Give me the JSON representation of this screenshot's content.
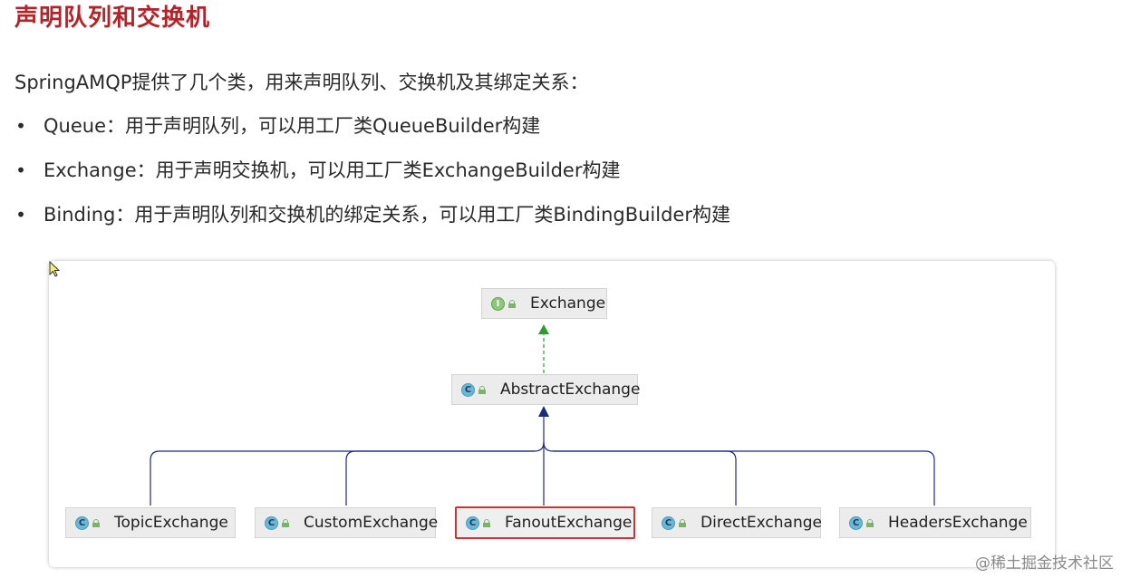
{
  "page": {
    "title": "声明队列和交换机",
    "intro": "SpringAMQP提供了几个类，用来声明队列、交换机及其绑定关系：",
    "bullets": [
      {
        "symbol": "•",
        "text": "Queue：用于声明队列，可以用工厂类QueueBuilder构建"
      },
      {
        "symbol": "•",
        "text": "Exchange：用于声明交换机，可以用工厂类ExchangeBuilder构建"
      },
      {
        "symbol": "•",
        "text": "Binding：用于声明队列和交换机的绑定关系，可以用工厂类BindingBuilder构建"
      }
    ]
  },
  "diagram": {
    "nodes": {
      "exchange": {
        "label": "Exchange",
        "kind": "interface",
        "badge": "I"
      },
      "abstract": {
        "label": "AbstractExchange",
        "kind": "class",
        "badge": "C"
      },
      "topic": {
        "label": "TopicExchange",
        "kind": "class",
        "badge": "C"
      },
      "custom": {
        "label": "CustomExchange",
        "kind": "class",
        "badge": "C"
      },
      "fanout": {
        "label": "FanoutExchange",
        "kind": "class",
        "badge": "C",
        "selected": true
      },
      "direct": {
        "label": "DirectExchange",
        "kind": "class",
        "badge": "C"
      },
      "headers": {
        "label": "HeadersExchange",
        "kind": "class",
        "badge": "C"
      }
    },
    "edges": [
      {
        "from": "abstract",
        "to": "exchange",
        "type": "implements",
        "style": "dashed",
        "color": "#2f9a2f"
      },
      {
        "from": "topic",
        "to": "abstract",
        "type": "extends",
        "color": "#1d2a7a"
      },
      {
        "from": "custom",
        "to": "abstract",
        "type": "extends",
        "color": "#1d2a7a"
      },
      {
        "from": "fanout",
        "to": "abstract",
        "type": "extends",
        "color": "#1d2a7a"
      },
      {
        "from": "direct",
        "to": "abstract",
        "type": "extends",
        "color": "#1d2a7a"
      },
      {
        "from": "headers",
        "to": "abstract",
        "type": "extends",
        "color": "#1d2a7a"
      }
    ]
  },
  "colors": {
    "title": "#b0242a",
    "class_badge": "#6ab7d8",
    "interface_badge": "#8cc77a",
    "selected_border": "#c8343a"
  },
  "watermark": "@稀土掘金技术社区"
}
